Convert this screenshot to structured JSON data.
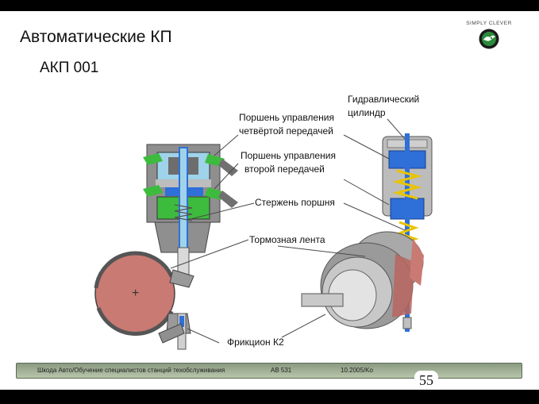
{
  "header": {
    "title": "Автоматические КП",
    "subtitle": "АКП 001",
    "brand_tagline": "SIMPLY CLEVER"
  },
  "diagram": {
    "labels": {
      "hydraulic_cylinder": [
        "Гидравлический",
        "цилиндр"
      ],
      "fourth_gear_piston": [
        "Поршень управления",
        "четвёртой передачей"
      ],
      "second_gear_piston": [
        "Поршень управления",
        "второй передачей"
      ],
      "piston_rod": "Стержень поршня",
      "brake_band": "Тормозная лента",
      "clutch_k2": "Фрикцион К2"
    },
    "drum_sign": "+",
    "colors": {
      "blue": "#2f6fd8",
      "green": "#3dbb3d",
      "cyan": "#9fd3ea",
      "drum": "#c97a73",
      "body": "#8f8f8f",
      "spring": "#e8c400"
    }
  },
  "footer": {
    "left_text": "Шкода Авто/Обучение специалистов станций техобслуживания",
    "mid_text": "AB 531",
    "date_text": "10.2005/Ko",
    "page_number": "55"
  }
}
